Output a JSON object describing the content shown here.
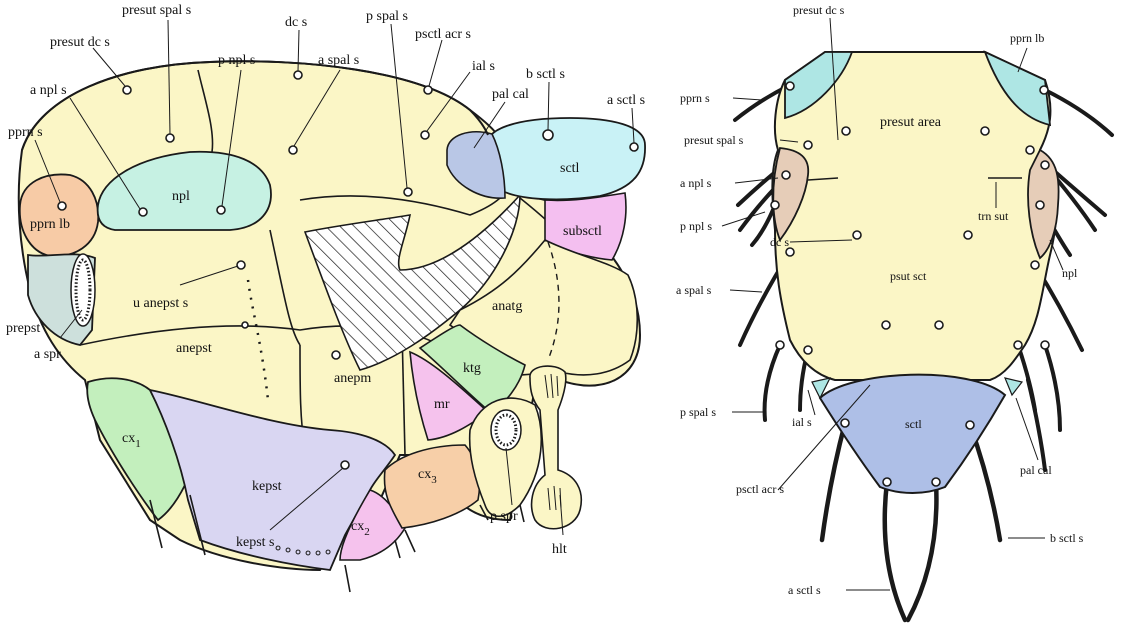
{
  "lateral_view": {
    "labels": {
      "presut_spal_s": "presut spal s",
      "dc_s": "dc s",
      "p_spal_s": "p spal s",
      "presut_dc_s": "presut dc s",
      "p_npl_s": "p npl s",
      "a_spal_s": "a spal s",
      "psctl_acr_s": "psctl acr s",
      "ial_s": "ial s",
      "b_sctl_s": "b sctl s",
      "a_npl_s": "a npl s",
      "pal_cal": "pal cal",
      "a_sctl_s": "a sctl s",
      "pprn_s": "pprn s",
      "u_anepst_s": "u anepst s",
      "prepst": "prepst",
      "a_spr": "a spr",
      "kepst_s": "kepst s",
      "p_spr": "p spr",
      "hlt": "hlt"
    },
    "regions": {
      "pprn_lb": "pprn lb",
      "npl": "npl",
      "sctl": "sctl",
      "subsctl": "subsctl",
      "anatg": "anatg",
      "anepst": "anepst",
      "anepm": "anepm",
      "ktg": "ktg",
      "mr": "mr",
      "cx1": "cx",
      "cx1_sub": "1",
      "kepst": "kepst",
      "cx3": "cx",
      "cx3_sub": "3",
      "cx2": "cx",
      "cx2_sub": "2"
    }
  },
  "dorsal_view": {
    "labels": {
      "presut_dc_s": "presut dc s",
      "pprn_lb": "pprn lb",
      "pprn_s": "pprn s",
      "presut_spal_s": "presut spal s",
      "a_npl_s": "a npl s",
      "p_npl_s": "p npl s",
      "dc_s": "dc s",
      "trn_sut": "trn sut",
      "npl": "npl",
      "a_spal_s": "a spal s",
      "p_spal_s": "p spal s",
      "ial_s": "ial s",
      "pal_cal": "pal cal",
      "psctl_acr_s": "psctl acr s",
      "b_sctl_s": "b sctl s",
      "a_sctl_s": "a sctl s"
    },
    "regions": {
      "presut_area": "presut area",
      "psut_sct": "psut sct",
      "sctl": "sctl"
    }
  },
  "colors": {
    "cream": "#fbf6c6",
    "peach": "#f7cba6",
    "mint": "#c6f1e3",
    "sky": "#c9f2f6",
    "slate": "#b9c7e6",
    "pink": "#f4bff0",
    "green": "#c3efbd",
    "lavender": "#d9d6f2",
    "orange": "#f7cfa8",
    "grey_green": "#cde0dc",
    "rose": "#f5c2ed",
    "tan": "#e6cdb8",
    "teal": "#aee6e4",
    "blue": "#aebfe7"
  }
}
